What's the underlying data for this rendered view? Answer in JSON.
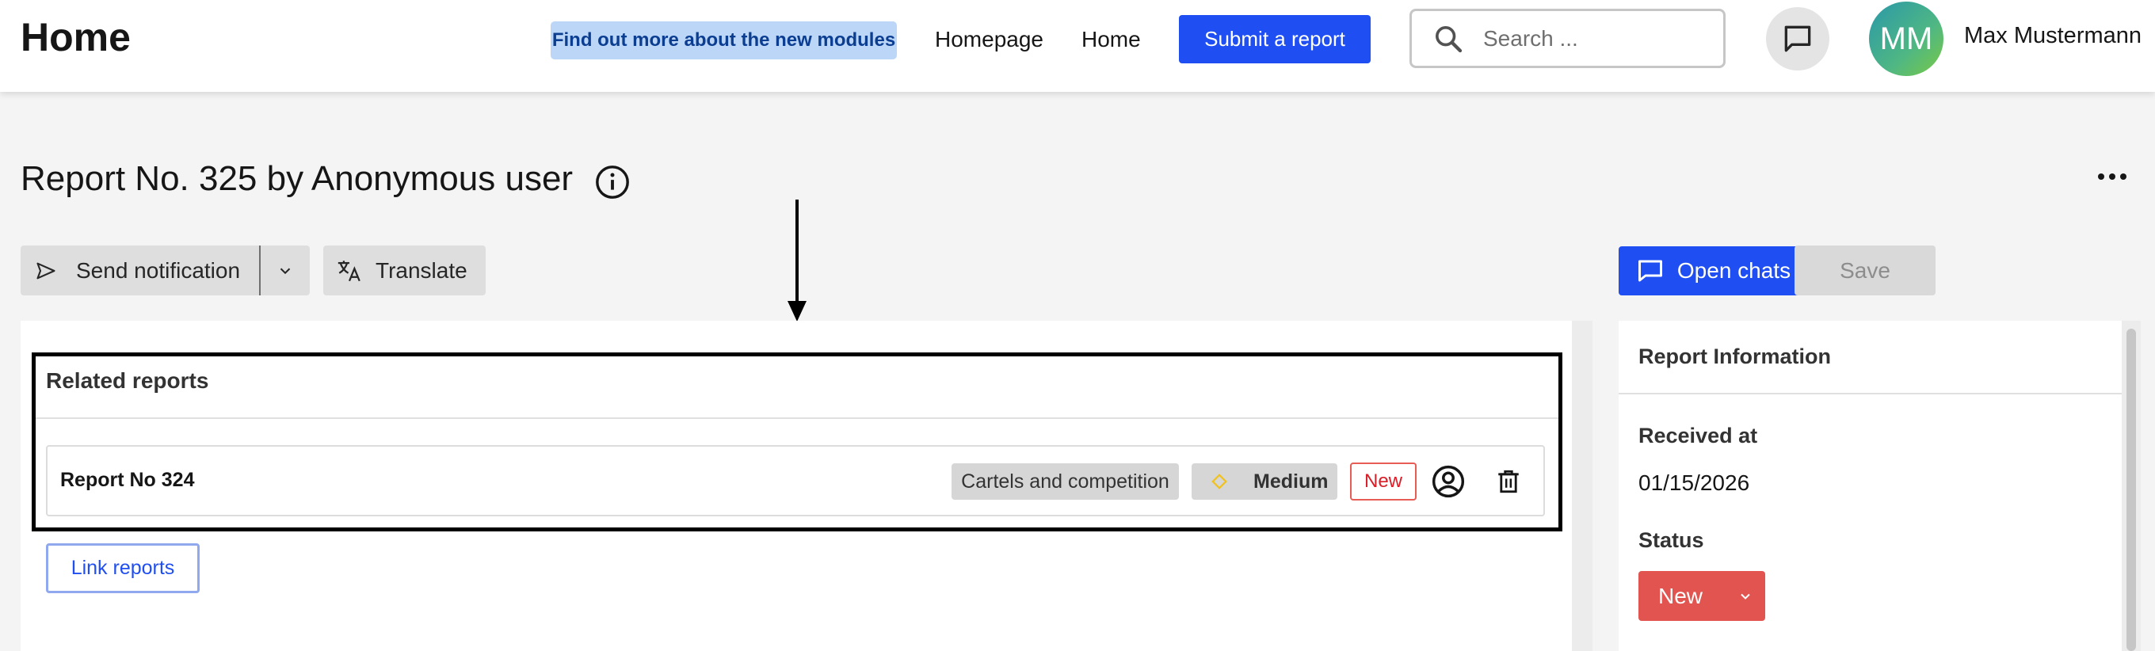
{
  "header": {
    "app_title": "Home",
    "promo": "Find out more about the new modules",
    "nav": [
      "Homepage",
      "Home"
    ],
    "submit_label": "Submit a report",
    "search_placeholder": "Search ...",
    "user": {
      "initials": "MM",
      "name": "Max Mustermann"
    }
  },
  "page": {
    "title": "Report No. 325 by Anonymous user"
  },
  "toolbar": {
    "send_notification": "Send notification",
    "translate": "Translate",
    "open_chats": "Open chats",
    "save": "Save"
  },
  "related_reports": {
    "title": "Related reports",
    "items": [
      {
        "name": "Report No 324",
        "category": "Cartels and competition",
        "priority": "Medium",
        "status": "New"
      }
    ],
    "link_label": "Link reports"
  },
  "report_info": {
    "title": "Report Information",
    "received_label": "Received at",
    "received_value": "01/15/2026",
    "status_label": "Status",
    "status_value": "New"
  },
  "colors": {
    "primary": "#1f4ff2",
    "status_new": "#e2544f",
    "promo_bg": "#bcd6f7",
    "priority_medium": "#f1c21b"
  },
  "icons": {
    "search": "search-icon",
    "chat": "chat-bubble-icon",
    "info": "info-icon",
    "more": "more-horizontal-icon",
    "send": "send-icon",
    "translate": "translate-icon",
    "assignee": "user-circle-icon",
    "delete": "trash-icon",
    "priority": "diamond-icon",
    "caret": "chevron-down-icon"
  }
}
